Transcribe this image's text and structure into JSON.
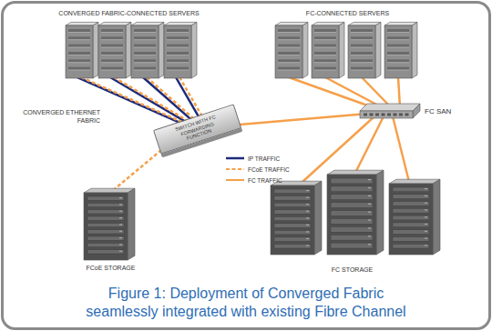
{
  "diagram": {
    "caption": "Figure 1: Deployment of Converged Fabric seamlessly integrated with existing Fibre Channel",
    "nodes": [
      {
        "text": [
          "CONVERGED FABRIC-CONNECTED SERVERS"
        ]
      },
      {
        "text": [
          "SWITCH WITH FC FORWARDING FUNCTION"
        ]
      },
      {
        "text": [
          "FCoE STORAGE"
        ]
      },
      {
        "text": [
          "FC-CONNECTED SERVERS"
        ]
      },
      {
        "text": [
          "FC SAN"
        ]
      },
      {
        "text": [
          "FC STORAGE"
        ]
      }
    ],
    "edges": [
      {
        "from": 0,
        "to": 1,
        "arrow": "none"
      },
      {
        "from": 1,
        "to": 2,
        "arrow": "none"
      },
      {
        "from": 1,
        "to": 4,
        "arrow": "none"
      },
      {
        "from": 3,
        "to": 4,
        "arrow": "none"
      },
      {
        "from": 4,
        "to": 5,
        "arrow": "none"
      }
    ],
    "labels": [
      "CONVERGED ETHERNET FABRIC"
    ],
    "legend": [
      {
        "text": "IP TRAFFIC"
      },
      {
        "text": "FCoE TRAFFIC"
      },
      {
        "text": "FC TRAFFIC"
      }
    ]
  }
}
